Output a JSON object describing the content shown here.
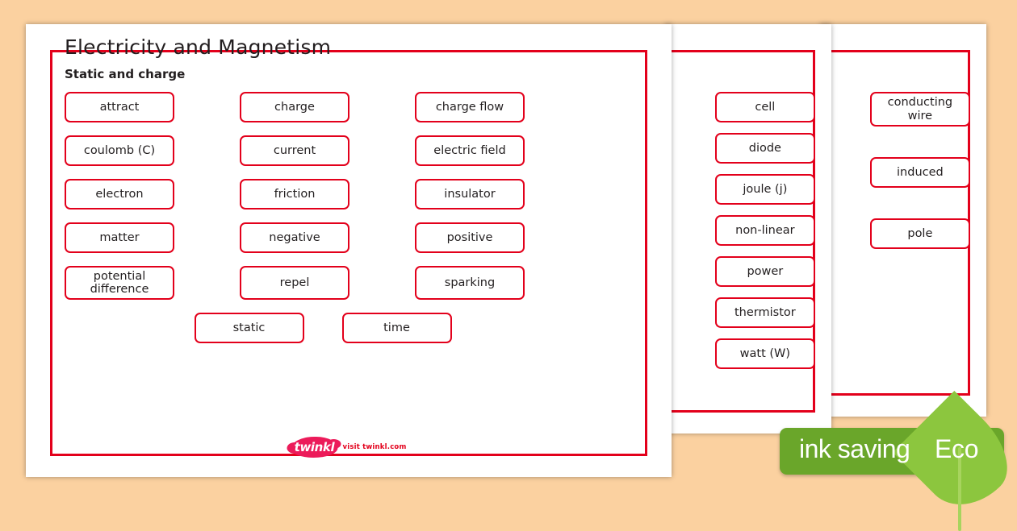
{
  "background_color": "#fbd1a0",
  "accent_color": "#e3001b",
  "page_1": {
    "title": "Electricity and Magnetism",
    "subtitle": "Static and charge",
    "rows": [
      [
        "attract",
        "charge",
        "charge flow"
      ],
      [
        "coulomb (C)",
        "current",
        "electric field"
      ],
      [
        "electron",
        "friction",
        "insulator"
      ],
      [
        "matter",
        "negative",
        "positive"
      ],
      [
        "potential difference",
        "repel",
        "sparking"
      ],
      [
        "static",
        "time"
      ]
    ]
  },
  "page_2": {
    "visible_words": [
      "cell",
      "diode",
      "joule (j)",
      "non-linear",
      "power",
      "thermistor",
      "watt (W)"
    ]
  },
  "page_3": {
    "visible_words": [
      "conducting wire",
      "induced",
      "pole"
    ]
  },
  "logo": {
    "brand": "twinkl",
    "tagline": "visit twinkl.com"
  },
  "eco_badge": {
    "bar_label": "ink saving",
    "leaf_label": "Eco",
    "bar_color": "#6aa62a",
    "leaf_color": "#8cc63e"
  }
}
